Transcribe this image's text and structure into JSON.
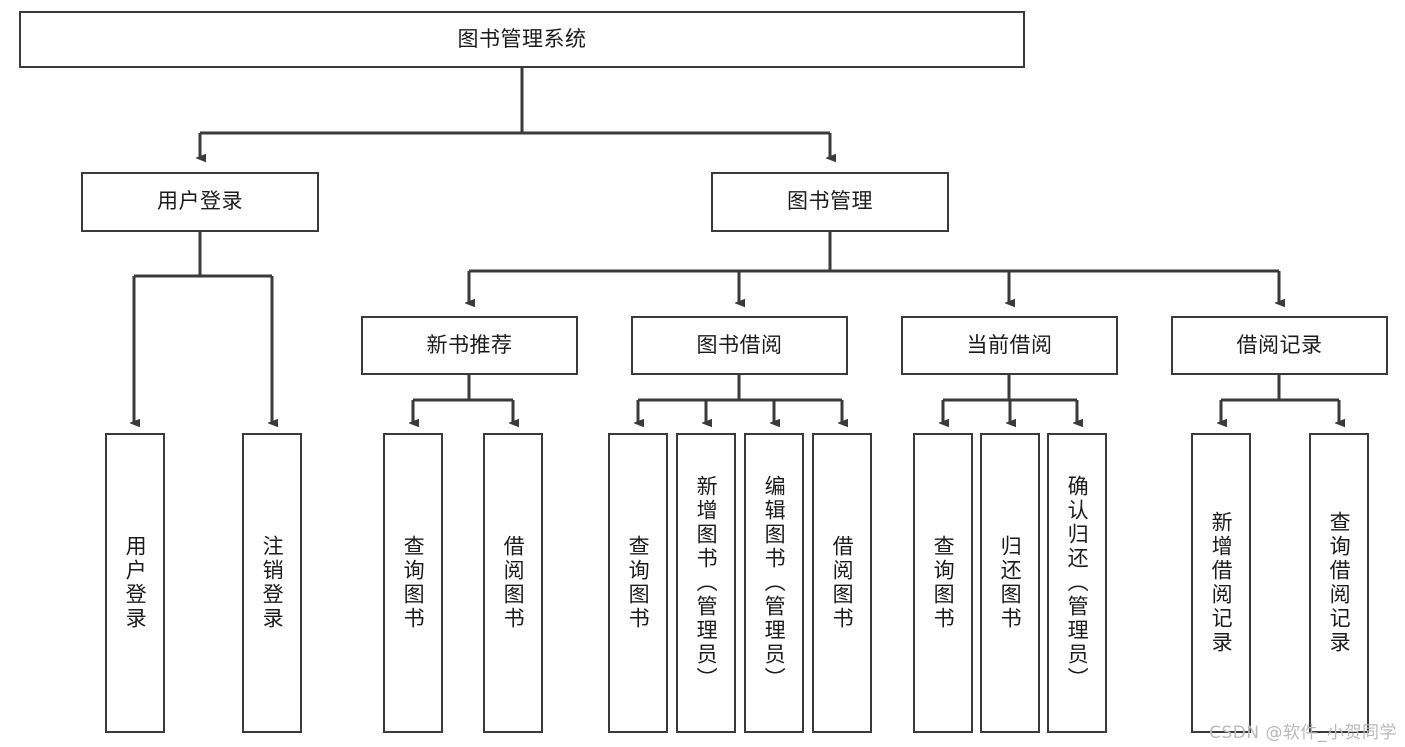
{
  "diagram": {
    "title": "图书管理系统",
    "type": "tree-hierarchy",
    "watermark": "CSDN @软件_小贺同学",
    "colors": {
      "box_border": "#3a3a3a",
      "box_fill": "#ffffff",
      "connector": "#3a3a3a",
      "text": "#1b1b1b",
      "watermark": "#b9b9b9",
      "background": "#ffffff"
    },
    "root": {
      "id": "root",
      "label": "图书管理系统"
    },
    "level2": [
      {
        "id": "user-login",
        "label": "用户登录"
      },
      {
        "id": "book-manage",
        "label": "图书管理"
      }
    ],
    "level3": [
      {
        "id": "new-book-recommend",
        "label": "新书推荐",
        "parent": "book-manage"
      },
      {
        "id": "book-borrow",
        "label": "图书借阅",
        "parent": "book-manage"
      },
      {
        "id": "current-borrow",
        "label": "当前借阅",
        "parent": "book-manage"
      },
      {
        "id": "borrow-record",
        "label": "借阅记录",
        "parent": "book-manage"
      }
    ],
    "leaves": [
      {
        "id": "leaf-user-login",
        "label": "用户登录",
        "parent": "user-login"
      },
      {
        "id": "leaf-logout-login",
        "label": "注销登录",
        "parent": "user-login"
      },
      {
        "id": "leaf-query-book-1",
        "label": "查询图书",
        "parent": "new-book-recommend"
      },
      {
        "id": "leaf-borrow-book-1",
        "label": "借阅图书",
        "parent": "new-book-recommend"
      },
      {
        "id": "leaf-query-book-2",
        "label": "查询图书",
        "parent": "book-borrow"
      },
      {
        "id": "leaf-add-book",
        "label": "新增图书（管理员）",
        "parent": "book-borrow"
      },
      {
        "id": "leaf-edit-book",
        "label": "编辑图书（管理员）",
        "parent": "book-borrow"
      },
      {
        "id": "leaf-borrow-book-2",
        "label": "借阅图书",
        "parent": "book-borrow"
      },
      {
        "id": "leaf-query-book-3",
        "label": "查询图书",
        "parent": "current-borrow"
      },
      {
        "id": "leaf-return-book",
        "label": "归还图书",
        "parent": "current-borrow"
      },
      {
        "id": "leaf-confirm-return",
        "label": "确认归还（管理员）",
        "parent": "current-borrow"
      },
      {
        "id": "leaf-add-record",
        "label": "新增借阅记录",
        "parent": "borrow-record"
      },
      {
        "id": "leaf-query-record",
        "label": "查询借阅记录",
        "parent": "borrow-record"
      }
    ]
  }
}
